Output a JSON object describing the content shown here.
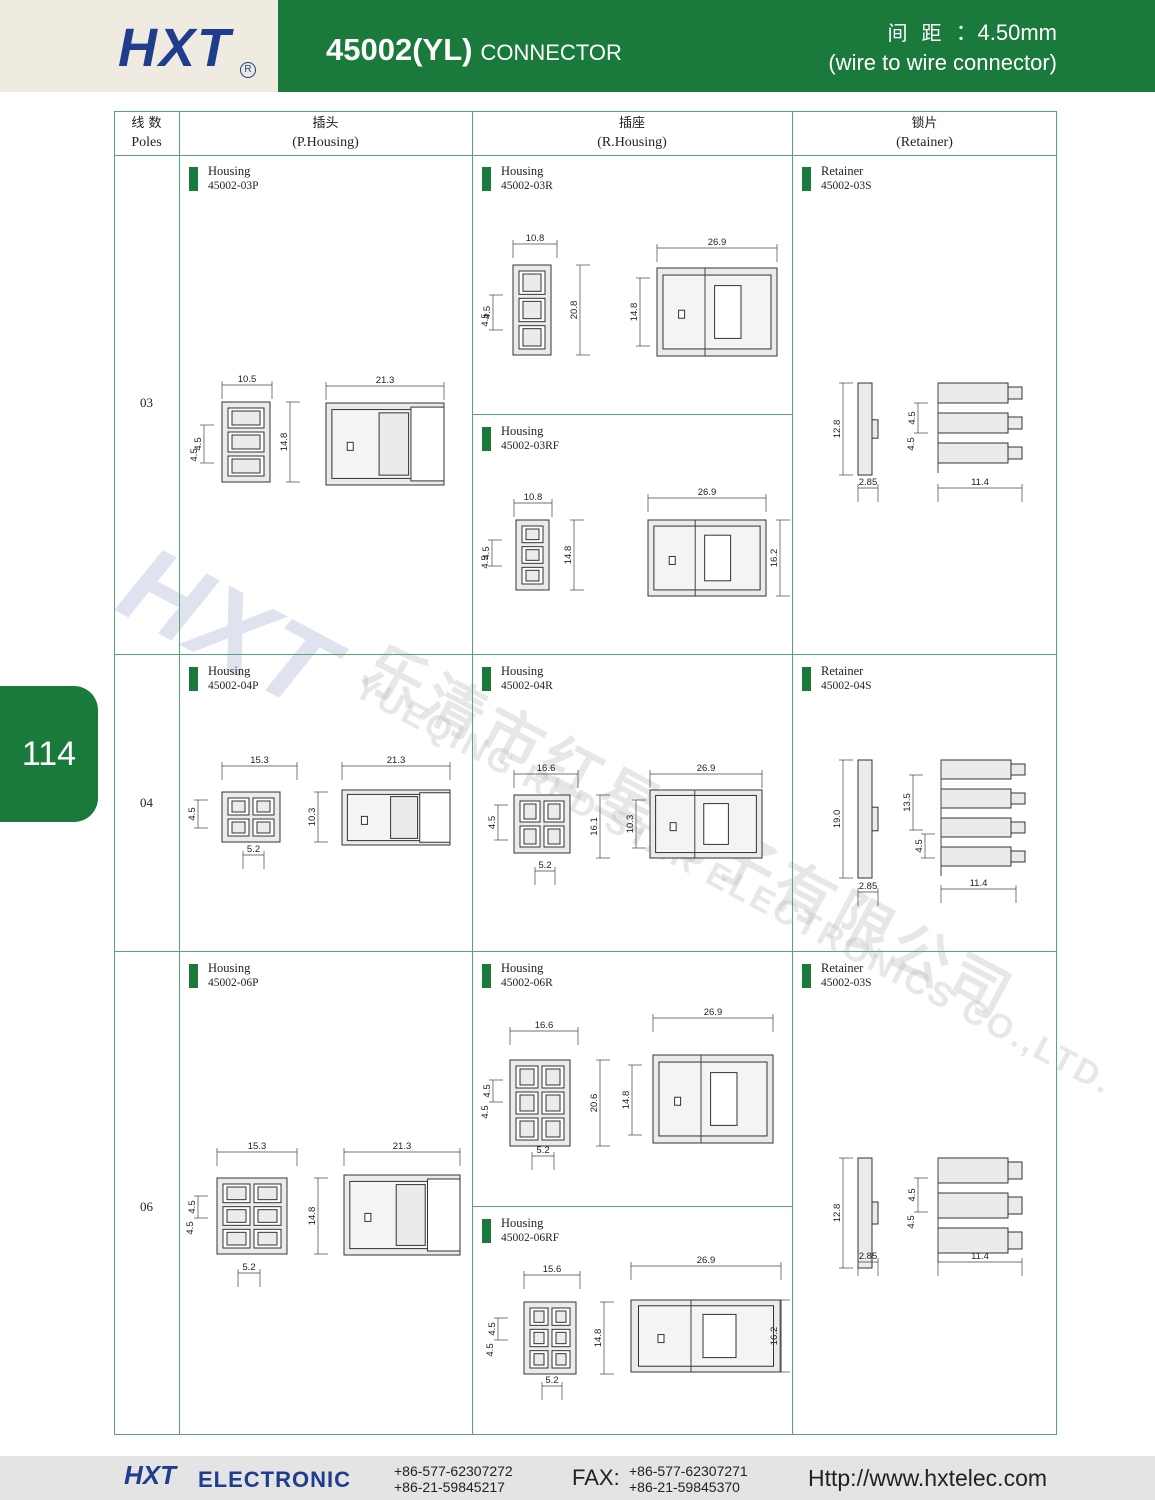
{
  "header": {
    "logo_text": "HXT",
    "logo_mark": "R",
    "model": "45002(YL)",
    "kind": "CONNECTOR",
    "pitch_label": "间距",
    "pitch_value": "4.50mm",
    "subtitle": "(wire to wire connector)"
  },
  "page_number": "114",
  "table": {
    "headers": [
      {
        "cn": "线 数",
        "en": "Poles"
      },
      {
        "cn": "插头",
        "en": "(P.Housing)"
      },
      {
        "cn": "插座",
        "en": "(R.Housing)"
      },
      {
        "cn": "锁片",
        "en": "(Retainer)"
      }
    ],
    "rows": [
      {
        "poles": "03"
      },
      {
        "poles": "04"
      },
      {
        "poles": "06"
      }
    ]
  },
  "parts": {
    "p03": {
      "type": "Housing",
      "code": "45002-03P"
    },
    "r03": {
      "type": "Housing",
      "code": "45002-03R"
    },
    "rf03": {
      "type": "Housing",
      "code": "45002-03RF"
    },
    "s03": {
      "type": "Retainer",
      "code": "45002-03S"
    },
    "p04": {
      "type": "Housing",
      "code": "45002-04P"
    },
    "r04": {
      "type": "Housing",
      "code": "45002-04R"
    },
    "s04": {
      "type": "Retainer",
      "code": "45002-04S"
    },
    "p06": {
      "type": "Housing",
      "code": "45002-06P"
    },
    "r06": {
      "type": "Housing",
      "code": "45002-06R"
    },
    "rf06": {
      "type": "Housing",
      "code": "45002-06RF"
    },
    "s06": {
      "type": "Retainer",
      "code": "45002-03S"
    }
  },
  "dims": {
    "p03": {
      "w": "10.5",
      "p1": "4.5",
      "p2": "4.5",
      "h": "14.8",
      "l": "21.3"
    },
    "r03": {
      "w": "10.8",
      "p1": "4.5",
      "p2": "4.5",
      "h": "20.8",
      "l": "26.9",
      "sh": "14.8"
    },
    "rf03": {
      "w": "10.8",
      "p1": "4.5",
      "p2": "4.5",
      "h": "14.8",
      "l": "26.9",
      "sh": "16.2"
    },
    "s03": {
      "h": "12.8",
      "t": "2.85",
      "p1": "4.5",
      "p2": "4.5",
      "l": "11.4"
    },
    "p04": {
      "w": "15.3",
      "p": "4.5",
      "h": "10.3",
      "b": "5.2",
      "l": "21.3"
    },
    "r04": {
      "w": "16.6",
      "p": "4.5",
      "h": "16.1",
      "b": "5.2",
      "l": "26.9",
      "sh": "10.3"
    },
    "s04": {
      "h": "19.0",
      "t": "2.85",
      "h2": "13.5",
      "p": "4.5",
      "l": "11.4"
    },
    "p06": {
      "w": "15.3",
      "p1": "4.5",
      "p2": "4.5",
      "h": "14.8",
      "b": "5.2",
      "l": "21.3"
    },
    "r06": {
      "w": "16.6",
      "p1": "4.5",
      "p2": "4.5",
      "h": "20.6",
      "b": "5.2",
      "l": "26.9",
      "sh": "14.8"
    },
    "rf06": {
      "w": "15.6",
      "p1": "4.5",
      "p2": "4.5",
      "h": "14.8",
      "b": "5.2",
      "l": "26.9",
      "sh": "16.2"
    },
    "s06": {
      "h": "12.8",
      "t": "2.85",
      "p1": "4.5",
      "p2": "4.5",
      "l": "11.4"
    }
  },
  "watermark": {
    "logo": "HXT",
    "cn": "乐清市红星电子有限公司",
    "en": "YUEQING RED STAR ELECTRONICS CO.,LTD."
  },
  "footer": {
    "logo": "HXT",
    "brand": "ELECTRONIC",
    "tel1": "+86-577-62307272",
    "tel2": "+86-21-59845217",
    "fax_label": "FAX:",
    "fax1": "+86-577-62307271",
    "fax2": "+86-21-59845370",
    "url": "Http://www.hxtelec.com"
  },
  "colors": {
    "brand_green": "#1a7a3c",
    "brand_blue": "#1f3d8c",
    "grid_line": "#5aa37a",
    "drawing_fill": "#ebebeb"
  }
}
